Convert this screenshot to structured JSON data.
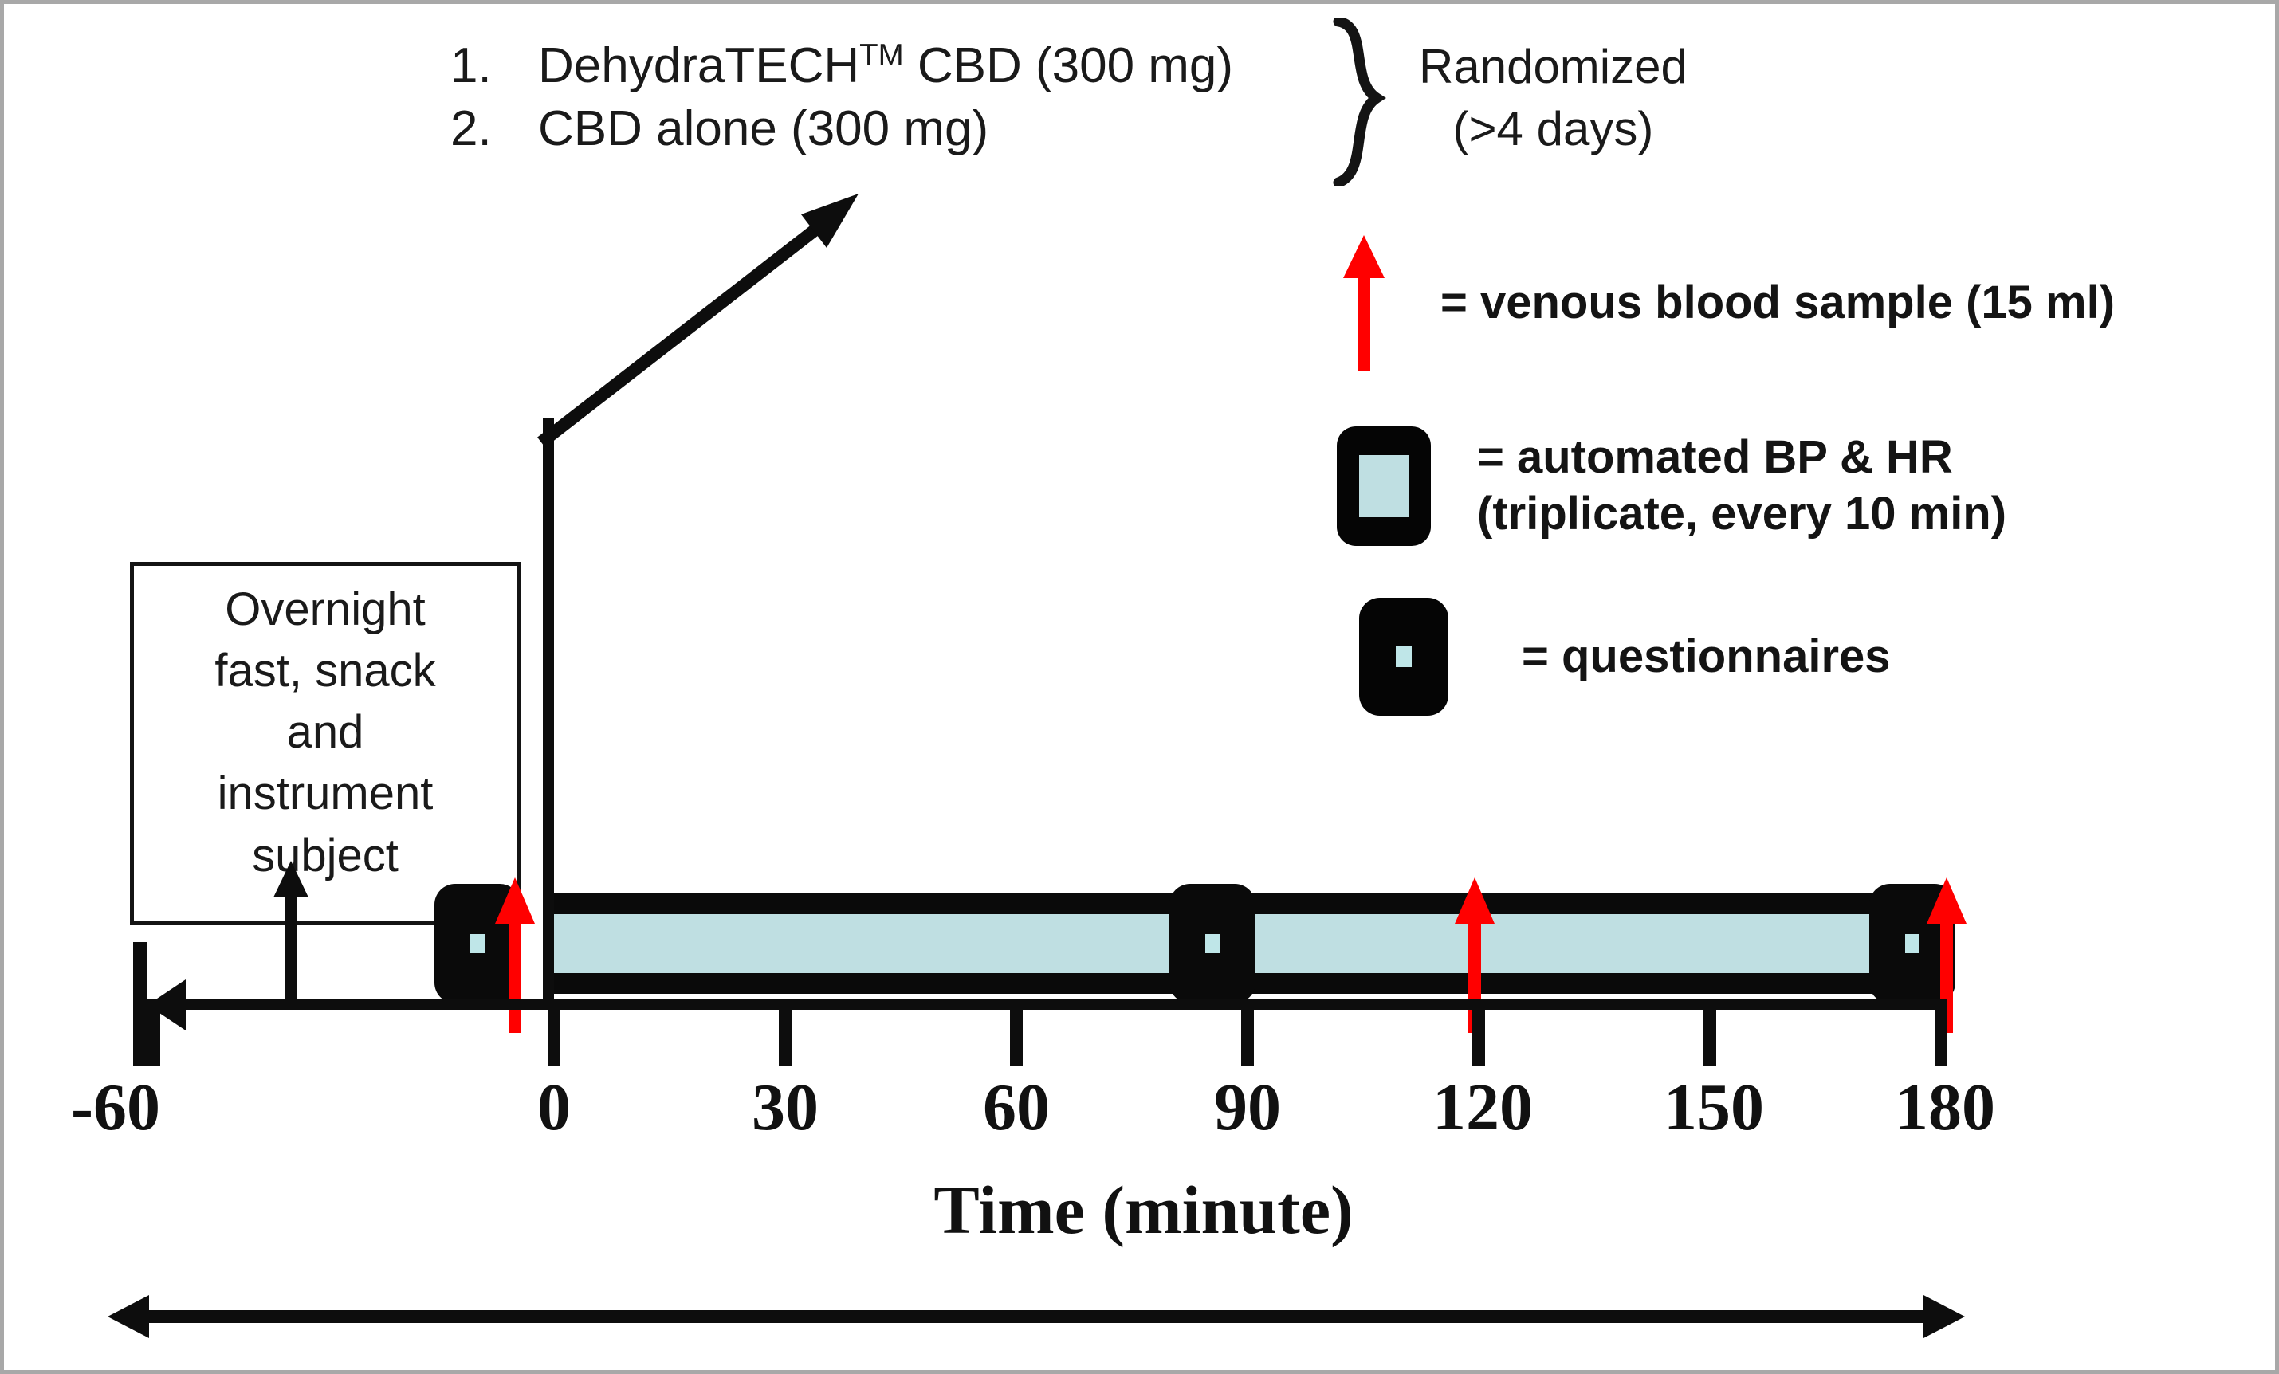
{
  "figure": {
    "treatments": [
      {
        "number": "1.",
        "label": "DehydraTECH",
        "superscript": "TM",
        "label_rest": " CBD (300 mg)"
      },
      {
        "number": "2.",
        "label": "CBD alone (300 mg)",
        "superscript": "",
        "label_rest": ""
      }
    ],
    "randomization": {
      "line1": "Randomized",
      "line2": "(>4 days)"
    },
    "legend": [
      {
        "id": "blood-sample",
        "icon": "red-up-arrow-icon",
        "text": "= venous blood sample (15 ml)"
      },
      {
        "id": "bp-hr",
        "icon": "bp-monitor-icon",
        "text_line1": "= automated BP & HR",
        "text_line2": "(triplicate, every 10 min)"
      },
      {
        "id": "questionnaires",
        "icon": "questionnaire-icon",
        "text": "= questionnaires"
      }
    ],
    "preparation_box": {
      "line1": "Overnight",
      "line2": "fast, snack",
      "line3": "and",
      "line4": "instrument",
      "line5": "subject"
    },
    "colors": {
      "blood_arrow": "#FF0000",
      "device_black": "#0A0A0A",
      "bphr_fill": "#BFDFE2",
      "frame_border": "#A8A8A8",
      "text": "#1A1A1A"
    }
  },
  "chart_data": {
    "type": "timeline",
    "title": "Study day timeline",
    "xlabel": "Time (minute)",
    "xlim": [
      -60,
      180
    ],
    "tick_values": [
      -60,
      0,
      30,
      60,
      90,
      120,
      150,
      180
    ],
    "tick_labels": [
      "-60",
      "0",
      "30",
      "60",
      "90",
      "120",
      "150",
      "180"
    ],
    "grid": false,
    "events": [
      {
        "name": "venous blood sample",
        "symbol": "red-up-arrow",
        "times": [
          0,
          120,
          180
        ]
      },
      {
        "name": "questionnaires",
        "symbol": "black-rounded-box",
        "times": [
          -12,
          85,
          178
        ]
      },
      {
        "name": "automated BP & HR",
        "symbol": "blue-bar",
        "intervals": [
          [
            0,
            82
          ],
          [
            90,
            172
          ]
        ]
      },
      {
        "name": "overnight fast, snack and instrument subject",
        "symbol": "labelled-box",
        "intervals": [
          [
            -60,
            0
          ]
        ]
      },
      {
        "name": "treatment administration",
        "symbol": "up-right-arrow",
        "times": [
          0
        ]
      }
    ]
  }
}
